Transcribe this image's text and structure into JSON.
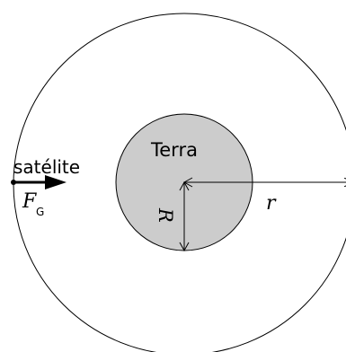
{
  "diagram": {
    "labels": {
      "earth": "Terra",
      "satellite": "satélite",
      "orbit_radius": "r",
      "earth_radius": "R",
      "force_symbol": "F",
      "force_subscript": "G"
    },
    "colors": {
      "earth_fill": "#cccccc",
      "stroke": "#000000",
      "background": "#ffffff"
    }
  }
}
